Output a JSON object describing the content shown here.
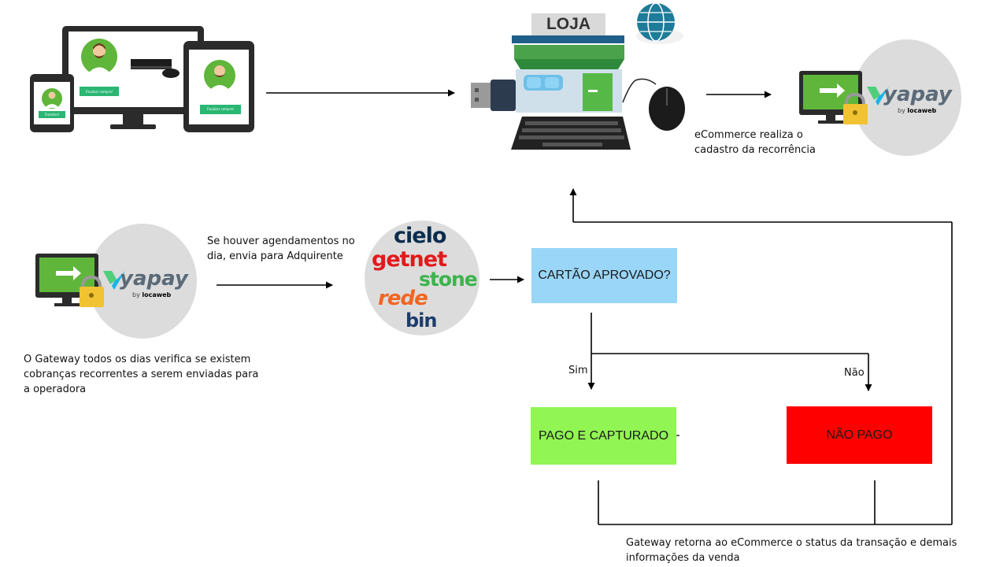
{
  "store": {
    "sign": "LOJA"
  },
  "devices": {
    "button_desktop": "Finalizar compra!",
    "button_tablet": "Finalizar compra!",
    "button_phone": "Transferir"
  },
  "gateway": {
    "brand": "yapay",
    "sub_by": "by",
    "sub_brand": "locaweb"
  },
  "acquirers": [
    "cielo",
    "getnet",
    "stone",
    "rede",
    "bin"
  ],
  "notes": {
    "ecommerce": "eCommerce realiza o cadastro da recorrência",
    "gateway_daily": "O Gateway todos os dias verifica se existem cobranças recorrentes a serem enviadas para a operadora",
    "schedules": "Se houver agendamentos no dia, envia para Adquirente",
    "return": "Gateway retorna ao eCommerce o status da transação e demais informações da venda"
  },
  "decision": {
    "question": "CARTÃO APROVADO?",
    "yes": "Sim",
    "no": "Não"
  },
  "outcomes": {
    "paid": "PAGO E CAPTURADO",
    "not_paid": "NÃO PAGO"
  },
  "colors": {
    "decision_fill": "#99d6f8",
    "paid_fill": "#91f553",
    "not_paid_fill": "#fe0000",
    "monitor_green": "#5fb63a",
    "cielo": "#0a2c4d",
    "getnet": "#e3191b",
    "stone": "#3cb44b",
    "rede": "#f26522",
    "bin": "#1d3d6a"
  }
}
